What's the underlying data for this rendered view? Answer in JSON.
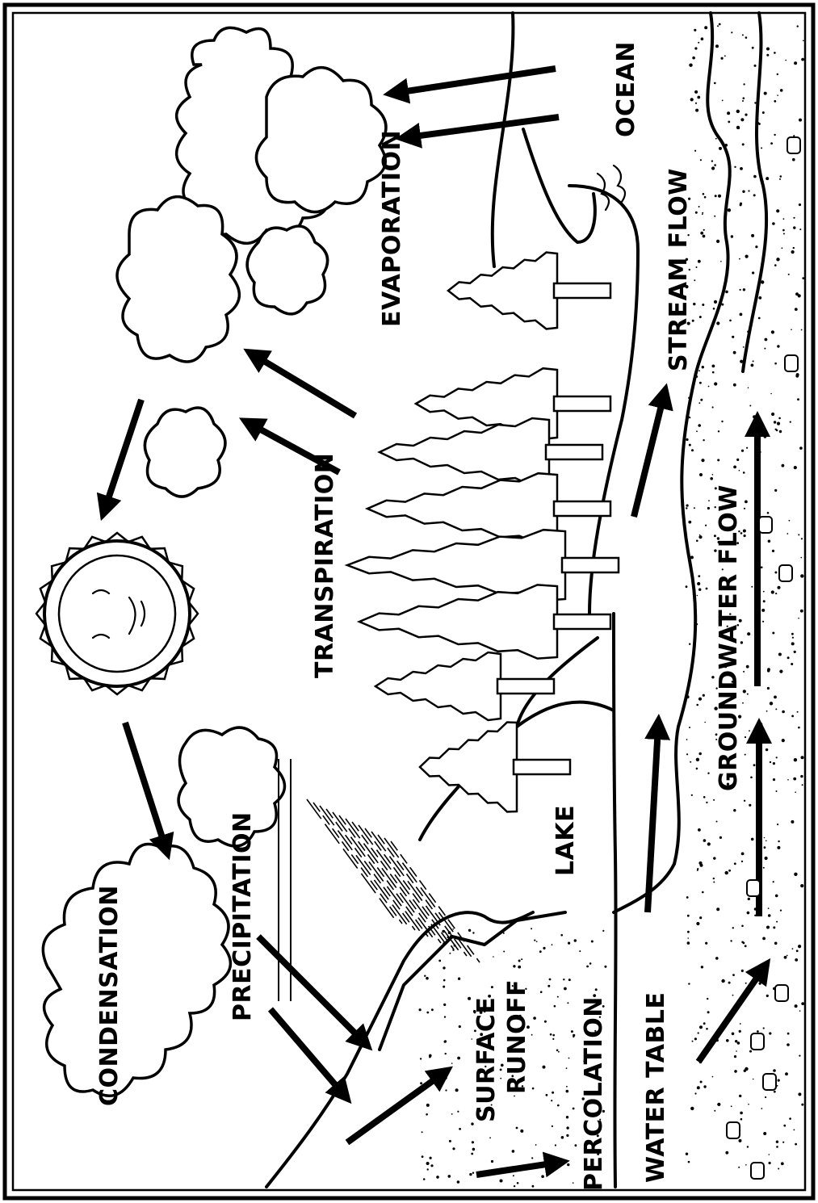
{
  "labels": {
    "condensation": "CONDENSATION",
    "precipitation": "PRECIPITATION",
    "transpiration": "TRANSPIRATION",
    "evaporation": "EVAPORATION",
    "ocean": "OCEAN",
    "lake": "LAKE",
    "surface_runoff_1": "SURFACE",
    "surface_runoff_2": "RUNOFF",
    "percolation": "PERCOLATION",
    "water_table": "WATER TABLE",
    "stream_flow": "STREAM FLOW",
    "groundwater_flow": "GROUNDWATER FLOW"
  },
  "colors": {
    "ink": "#000000",
    "paper": "#ffffff"
  }
}
